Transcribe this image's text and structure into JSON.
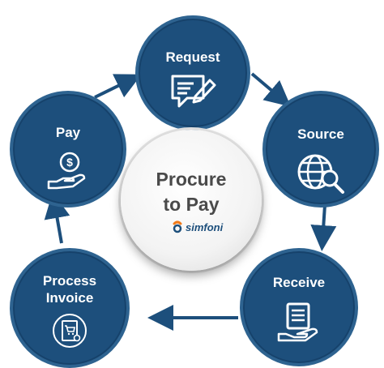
{
  "center": {
    "title": "Procure\nto Pay",
    "brand": "simfoni"
  },
  "steps": [
    {
      "label": "Request",
      "icon": "form-pen-icon"
    },
    {
      "label": "Source",
      "icon": "globe-search-icon"
    },
    {
      "label": "Receive",
      "icon": "document-hand-icon"
    },
    {
      "label": "Process\nInvoice",
      "icon": "invoice-cart-icon"
    },
    {
      "label": "Pay",
      "icon": "dollar-hand-icon"
    }
  ],
  "colors": {
    "node": "#1d4f7c",
    "arrow": "#1d4f7c",
    "brand_orange": "#f07a1a",
    "brand_blue": "#1d4f7c"
  }
}
